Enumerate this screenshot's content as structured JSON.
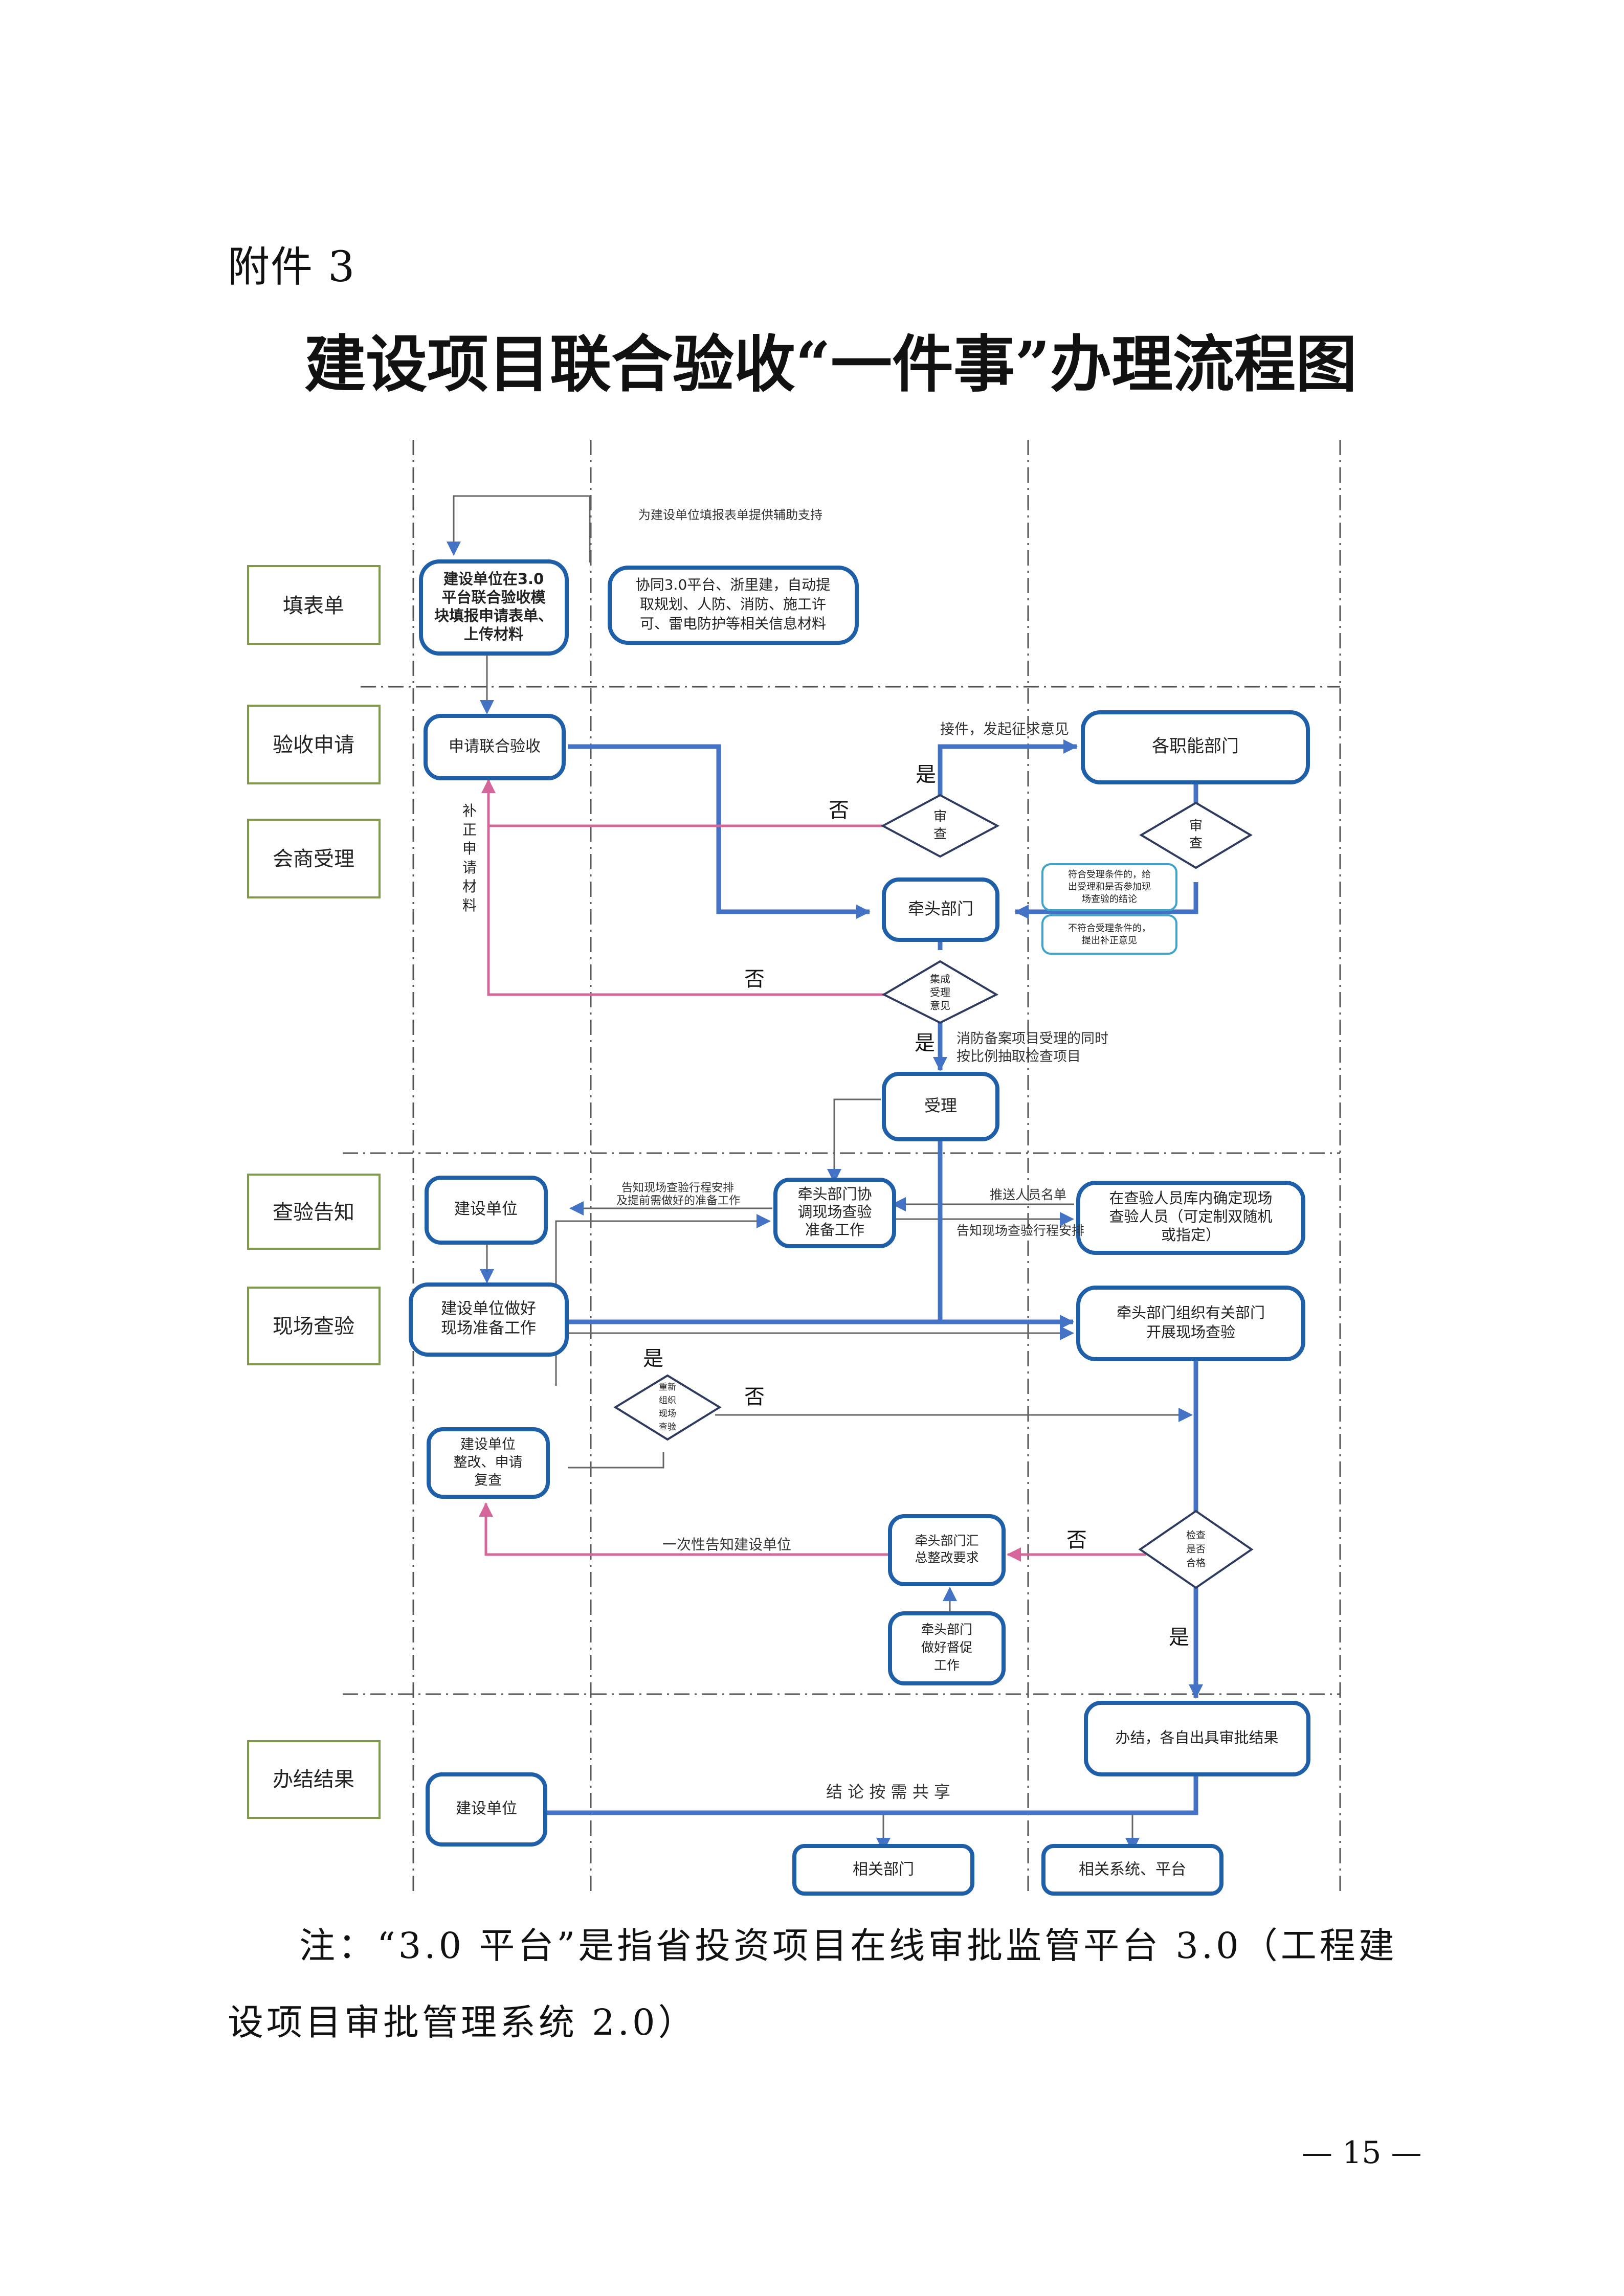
{
  "header": {
    "attachment_label": "附件 3",
    "title": "建设项目联合验收“一件事”办理流程图"
  },
  "colors": {
    "box_border": "#1f5fa8",
    "main_flow": "#4472c4",
    "reject_flow": "#d4669a",
    "thin_line": "#666666",
    "lane_box_border": "#7f9a48",
    "note_box_border": "#41a3c9",
    "dash_line": "#555555"
  },
  "lanes": [
    {
      "label": "填表单"
    },
    {
      "label": "验收申请"
    },
    {
      "label": "会商受理"
    },
    {
      "label": "查验告知"
    },
    {
      "label": "现场查验"
    },
    {
      "label": "办结结果"
    }
  ],
  "nodes": {
    "fill_form": [
      "建设单位在3.0",
      "平台联合验收模",
      "块填报申请表单、",
      "上传材料"
    ],
    "auto_extract": [
      "协同3.0平台、浙里建，自动提",
      "取规划、人防、消防、施工许",
      "可、雷电防护等相关信息材料"
    ],
    "apply": [
      "申请联合验收"
    ],
    "departments": [
      "各职能部门"
    ],
    "review1": [
      "审",
      "查"
    ],
    "review2": [
      "审",
      "查"
    ],
    "lead_dept": [
      "牵头部门"
    ],
    "integrate": [
      "集成",
      "受理",
      "意见"
    ],
    "accept": [
      "受理"
    ],
    "note_ok": [
      "符合受理条件的，给",
      "出受理和是否参加现",
      "场查验的结论"
    ],
    "note_fail": [
      "不符合受理条件的，",
      "提出补正意见"
    ],
    "builder_notice": [
      "建设单位"
    ],
    "coord_prep": [
      "牵头部门协",
      "调现场查验",
      "准备工作"
    ],
    "select_staff": [
      "在查验人员库内确定现场",
      "查验人员（可定制双随机",
      "或指定）"
    ],
    "builder_prep": [
      "建设单位做好",
      "现场准备工作"
    ],
    "site_inspect": [
      "牵头部门组织有关部门",
      "开展现场查验"
    ],
    "reorganize": [
      "重新",
      "组织",
      "现场",
      "查验"
    ],
    "rectify": [
      "建设单位",
      "整改、申请",
      "复查"
    ],
    "check_pass": [
      "检查",
      "是否",
      "合格"
    ],
    "summarize": [
      "牵头部门汇",
      "总整改要求"
    ],
    "supervise": [
      "牵头部门",
      "做好督促",
      "工作"
    ],
    "conclude": [
      "办结，各自出具审批结果"
    ],
    "builder_final": [
      "建设单位"
    ],
    "related_dept": [
      "相关部门"
    ],
    "related_sys": [
      "相关系统、平台"
    ]
  },
  "edge_labels": {
    "assist": "为建设单位填报表单提供辅助支持",
    "solicit": "接件，发起征求意见",
    "yes": "是",
    "no": "否",
    "supplement": [
      "补",
      "正",
      "申",
      "请",
      "材",
      "料"
    ],
    "fire_sampling": [
      "消防备案项目受理的同时",
      "按比例抽取检查项目"
    ],
    "notify_prep": [
      "告知现场查验行程安排",
      "及提前需做好的准备工作"
    ],
    "push_list": "推送人员名单",
    "notify_schedule": "告知现场查验行程安排",
    "one_time_notice": "一次性告知建设单位",
    "share": "结 论 按 需 共 享"
  },
  "footer": {
    "note": "注：“3.0 平台”是指省投资项目在线审批监管平台 3.0（工程建设项目审批管理系统 2.0）",
    "page_number": "— 15 —"
  }
}
